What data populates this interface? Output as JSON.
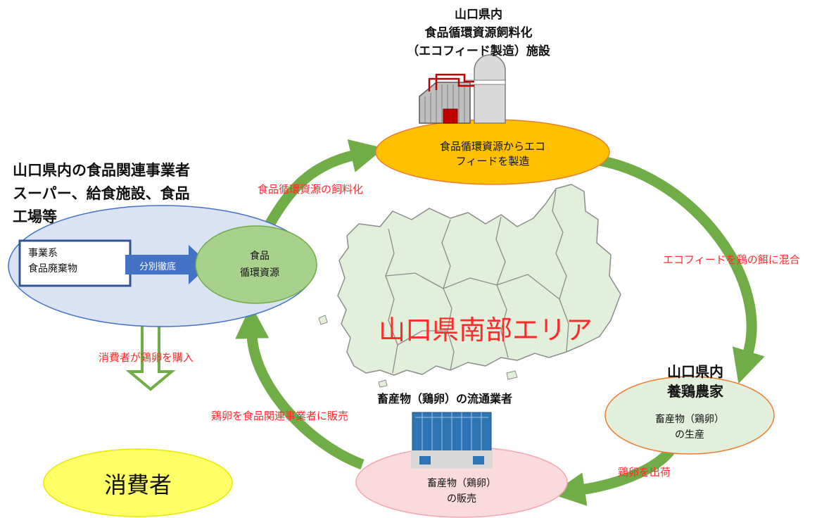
{
  "facility": {
    "title_lines": [
      "山口県内",
      "食品循環資源飼料化",
      "（エコフィード製造）施設"
    ],
    "process_lines": [
      "食品循環資源からエコ",
      "フィードを製造"
    ]
  },
  "business": {
    "title_line1": "山口県内の食品関連事業者",
    "title_line2": "スーパー、給食施設、食品",
    "title_line3": "工場等",
    "waste_lines": [
      "事業系",
      "食品廃棄物"
    ],
    "sort_label": "分別徹底",
    "resource_lines": [
      "食品",
      "循環資源"
    ]
  },
  "region_label": "山口県南部エリア",
  "farm": {
    "title_lines": [
      "山口県内",
      "養鶏農家"
    ],
    "product_lines": [
      "畜産物（鶏卵）",
      "の生産"
    ]
  },
  "distributor": {
    "title": "畜産物（鶏卵）の流通業者",
    "sale_lines": [
      "畜産物（鶏卵）",
      "の販売"
    ]
  },
  "consumer": {
    "label": "消費者"
  },
  "arrows": {
    "feed": "食品循環資源の飼料化",
    "mix": "エコフィードを鶏の餌に混合",
    "ship": "鶏卵を出荷",
    "sell": "鶏卵を食品関連事業者に販売",
    "buy": "消費者が鶏卵を購入"
  },
  "colors": {
    "arrow_green": "#70ad47",
    "facility_ellipse": "#ffc000",
    "business_ellipse": "#dae3f3",
    "resource_ellipse": "#a9d18e",
    "farm_ellipse": "#e2efda",
    "sale_ellipse": "#fadadd",
    "consumer_ellipse": "#ffff66",
    "sort_arrow": "#4472c4",
    "label_red": "#ff2a2a",
    "map_fill": "#e2efda"
  }
}
